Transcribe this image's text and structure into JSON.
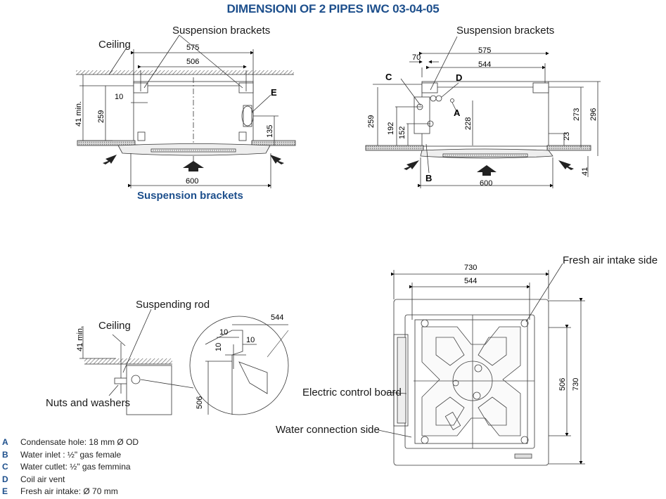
{
  "title": "DIMENSIONI OF 2 PIPES IWC 03-04-05",
  "labels": {
    "ceiling_1": "Ceiling",
    "susp_brackets_1": "Suspension brackets",
    "susp_brackets_2": "Suspension brackets",
    "susp_brackets_caption": "Suspension brackets",
    "suspending_rod": "Suspending rod",
    "ceiling_2": "Ceiling",
    "nuts_washers": "Nuts and washers",
    "fresh_air_side": "Fresh air intake side",
    "electric_board": "Electric control board",
    "water_side": "Water connection side"
  },
  "letters": {
    "A": "A",
    "B": "B",
    "C": "C",
    "D": "D",
    "E": "E"
  },
  "dims": {
    "v1_575": "575",
    "v1_506": "506",
    "v1_10": "10",
    "v1_41min": "41 min.",
    "v1_259": "259",
    "v1_135": "135",
    "v1_600": "600",
    "v2_70": "70",
    "v2_575": "575",
    "v2_544": "544",
    "v2_259": "259",
    "v2_192": "192",
    "v2_152": "152",
    "v2_228": "228",
    "v2_273": "273",
    "v2_296": "296",
    "v2_23": "23",
    "v2_41": "41",
    "v2_600": "600",
    "v3_41min": "41 min.",
    "v3_544": "544",
    "v3_10a": "10",
    "v3_10b": "10",
    "v3_10c": "10",
    "v3_506": "506",
    "v4_730": "730",
    "v4_544": "544",
    "v4_506": "506",
    "v4_730b": "730"
  },
  "legend": [
    {
      "key": "A",
      "text": "Condensate hole: 18 mm Ø OD"
    },
    {
      "key": "B",
      "text": "Water inlet : ½\" gas female"
    },
    {
      "key": "C",
      "text": "Water cutlet: ½\" gas femmina"
    },
    {
      "key": "D",
      "text": "Coil air vent"
    },
    {
      "key": "E",
      "text": "Fresh air intake: Ø 70 mm"
    }
  ],
  "colors": {
    "title": "#1d4f8c",
    "line": "#333333",
    "hatch": "#666666"
  }
}
